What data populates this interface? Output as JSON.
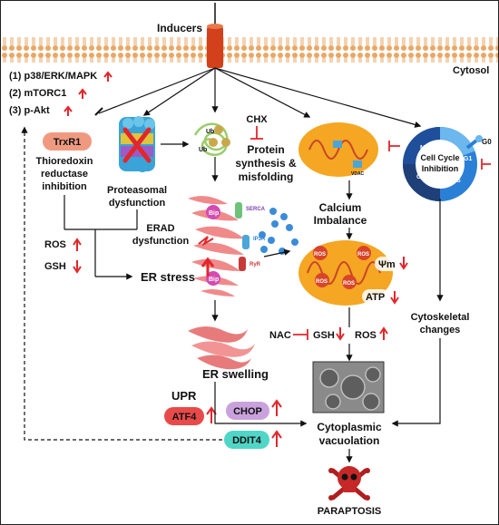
{
  "labels": {
    "inducers": "Inducers",
    "cytosol": "Cytosol",
    "pathway1": "(1) p38/ERK/MAPK",
    "pathway2": "(2) mTORC1",
    "pathway3": "(3) p-Akt",
    "trxr1": "TrxR1",
    "thioredoxin_1": "Thioredoxin",
    "thioredoxin_2": "reductase",
    "thioredoxin_3": "inhibition",
    "proteasomal_1": "Proteasomal",
    "proteasomal_2": "dysfunction",
    "chx": "CHX",
    "protein_1": "Protein",
    "protein_2": "synthesis &",
    "protein_3": "misfolding",
    "calcium_1": "Calcium",
    "calcium_2": "Imbalance",
    "cell_cycle_1": "Cell Cycle",
    "cell_cycle_2": "Inhibition",
    "g0": "G0",
    "g1": "G1",
    "g2": "G2",
    "m": "M",
    "s": "S",
    "erad_1": "ERAD",
    "erad_2": "dysfunction",
    "serca": "SERCA",
    "ip3r": "IP3R",
    "ryr": "RyR",
    "bip": "Bip",
    "ros": "ROS",
    "gsh": "GSH",
    "er_stress": "ER stress",
    "psi_m": "Ψm",
    "atp": "ATP",
    "vdac": "VDAC",
    "nac": "NAC",
    "cytoskeletal_1": "Cytoskeletal",
    "cytoskeletal_2": "changes",
    "er_swelling": "ER swelling",
    "upr": "UPR",
    "atf4": "ATF4",
    "chop": "CHOP",
    "ddit4": "DDIT4",
    "cytoplasmic_1": "Cytoplasmic",
    "cytoplasmic_2": "vacuolation",
    "paraptosis": "PARAPTOSIS",
    "ub": "Ub"
  },
  "colors": {
    "membrane": "#e9a766",
    "receptor": "#d2401c",
    "arrow_up": "#e3262b",
    "trxr1_fill": "#ef9a80",
    "atf4_fill": "#e84a4a",
    "chop_fill": "#c9a2dd",
    "ddit4_fill": "#4fd6c6",
    "mito_fill": "#f5a623",
    "er_fill": "#f08a8a",
    "cell_cycle": "#2a7fd6"
  }
}
